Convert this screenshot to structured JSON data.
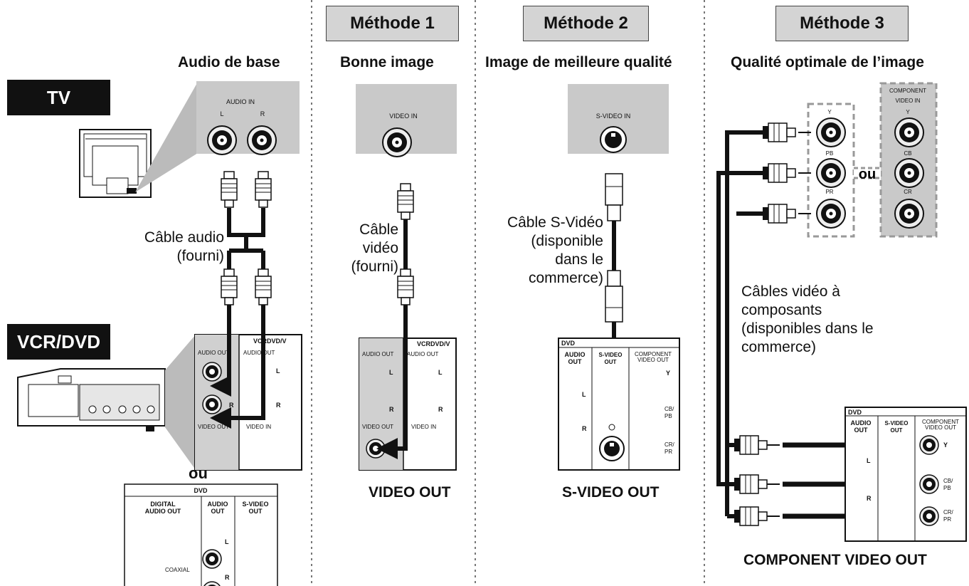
{
  "methods": {
    "m1": "Méthode 1",
    "m2": "Méthode 2",
    "m3": "Méthode 3"
  },
  "headings": {
    "audio": "Audio de base",
    "m1": "Bonne image",
    "m2": "Image de meilleure qualité",
    "m3": "Qualité optimale de l’image"
  },
  "devices": {
    "tv": "TV",
    "vcr": "VCR/DVD"
  },
  "cables": {
    "audio": [
      "Câble audio",
      "(fourni)"
    ],
    "video": [
      "Câble",
      "vidéo",
      "(fourni)"
    ],
    "svideo": [
      "Câble S-Vidéo",
      "(disponible",
      "dans le",
      "commerce)"
    ],
    "component": [
      "Câbles vidéo à",
      "composants",
      "(disponibles dans le",
      "commerce)"
    ]
  },
  "outputs": {
    "video": "VIDEO OUT",
    "svideo": "S-VIDEO OUT",
    "component": "COMPONENT VIDEO OUT"
  },
  "or_label": "ou",
  "panel_labels": {
    "audio_in": "AUDIO IN",
    "l": "L",
    "r": "R",
    "video_in": "VIDEO IN",
    "svideo_in": "S-VIDEO IN",
    "component_video_in": [
      "COMPONENT",
      "VIDEO IN"
    ],
    "y": "Y",
    "pb": "PB",
    "pr": "PR",
    "cb": "CB",
    "cr": "CR",
    "audio_out": "AUDIO OUT",
    "video_out": "VIDEO OUT",
    "vcr_dvd_v": "VCRDVD/V",
    "dvd": "DVD",
    "audio_out_2l": [
      "AUDIO",
      "OUT"
    ],
    "svideo_out_2l": [
      "S-VIDEO",
      "OUT"
    ],
    "component_video_out": [
      "COMPONENT",
      "VIDEO OUT"
    ],
    "digital_audio_out": [
      "DIGITAL",
      "AUDIO OUT"
    ],
    "coaxial": "COAXIAL",
    "cb_pb": [
      "CB/",
      "PB"
    ],
    "cr_pr": [
      "CR/",
      "PR"
    ]
  }
}
